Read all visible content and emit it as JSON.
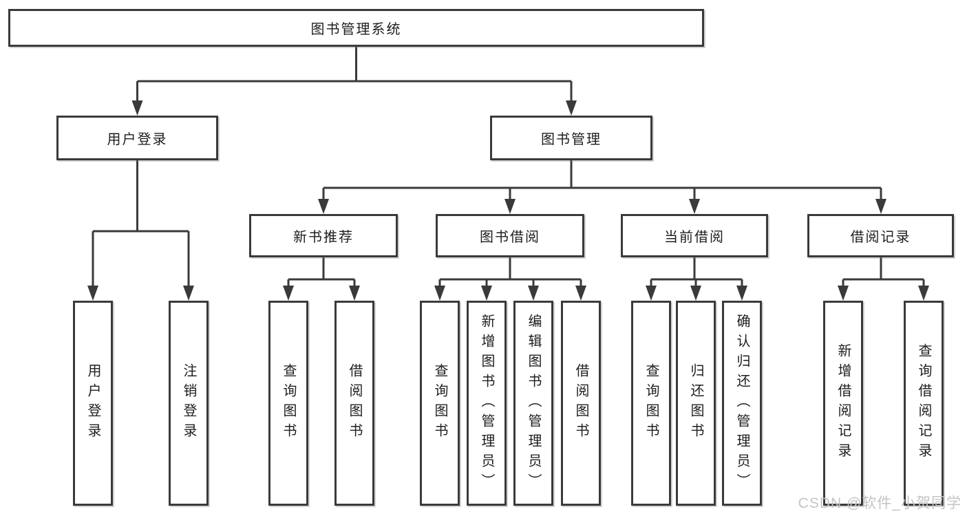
{
  "nodes": {
    "root": "图书管理系统",
    "user_login": "用户登录",
    "book_mgmt": "图书管理",
    "new_book_rec": "新书推荐",
    "book_borrow": "图书借阅",
    "current_borrow": "当前借阅",
    "borrow_records": "借阅记录",
    "leaf_user_login": "用户登录",
    "leaf_logout": "注销登录",
    "leaf_query_books_rec": "查询图书",
    "leaf_borrow_books_rec": "借阅图书",
    "leaf_query_books_borrow": "查询图书",
    "leaf_add_books": "新增图书（管理员）",
    "leaf_edit_books": "编辑图书（管理员）",
    "leaf_borrow_books_borrow": "借阅图书",
    "leaf_query_books_current": "查询图书",
    "leaf_return_books": "归还图书",
    "leaf_confirm_return": "确认归还（管理员）",
    "leaf_add_borrow_record": "新增借阅记录",
    "leaf_query_borrow_record": "查询借阅记录"
  },
  "watermark": "CSDN @软件_小贺同学",
  "colors": {
    "line": "#3a3a3a",
    "text": "#1e1e1e",
    "background": "#ffffff",
    "watermark": "#c4c4c4"
  }
}
